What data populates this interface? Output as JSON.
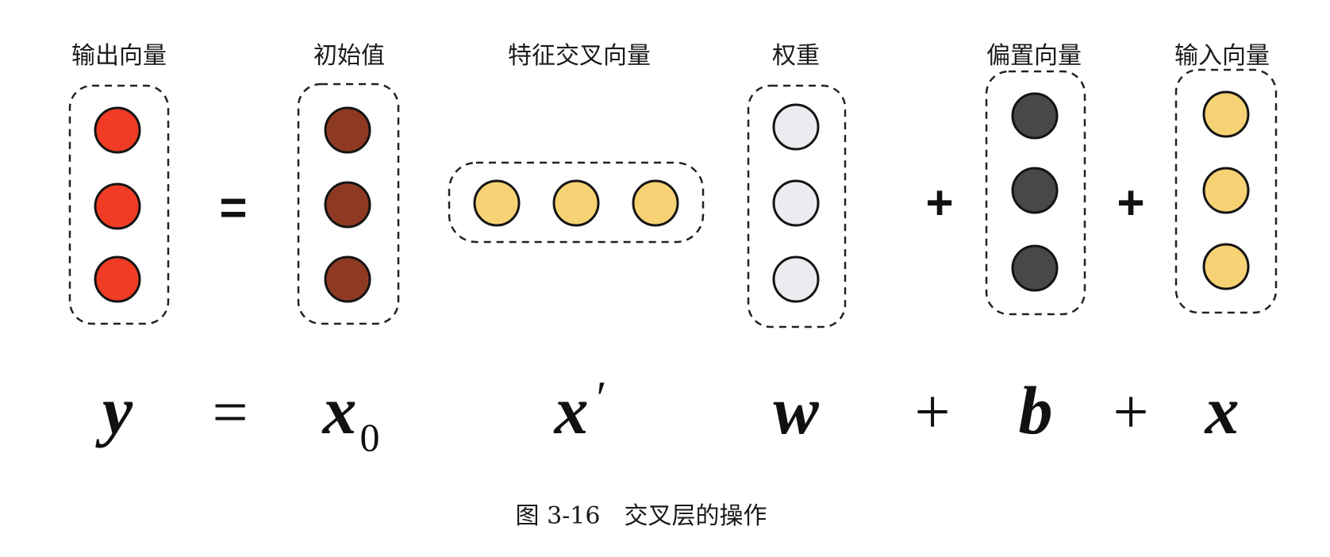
{
  "vectors": [
    {
      "id": "output",
      "label": "输出向量",
      "symbol": "y",
      "orientation": "vertical",
      "count": 3,
      "color": "#f03c24"
    },
    {
      "id": "initial",
      "label": "初始值",
      "symbol": "x",
      "subscript": "0",
      "orientation": "vertical",
      "count": 3,
      "color": "#8e3a22"
    },
    {
      "id": "cross",
      "label": "特征交叉向量",
      "symbol": "x",
      "prime": "′",
      "orientation": "horizontal",
      "count": 3,
      "color": "#f7d274"
    },
    {
      "id": "weight",
      "label": "权重",
      "symbol": "w",
      "orientation": "vertical",
      "count": 3,
      "color": "#ececf0"
    },
    {
      "id": "bias",
      "label": "偏置向量",
      "symbol": "b",
      "orientation": "vertical",
      "count": 3,
      "color": "#484848"
    },
    {
      "id": "input",
      "label": "输入向量",
      "symbol": "x",
      "orientation": "vertical",
      "count": 3,
      "color": "#f7d274"
    }
  ],
  "operators": {
    "equals": "=",
    "plus": "+"
  },
  "caption": "图 3-16　交叉层的操作"
}
